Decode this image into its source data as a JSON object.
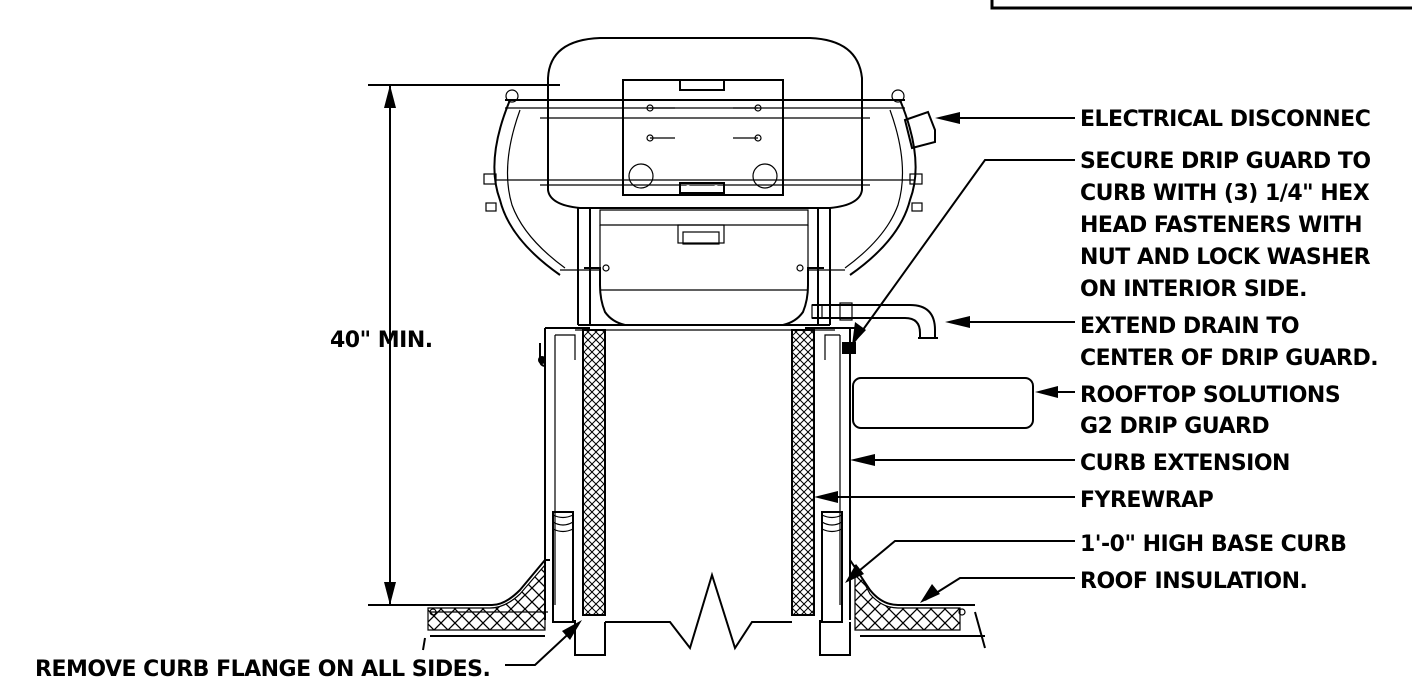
{
  "labels": {
    "dimension": "40\" MIN.",
    "electrical": "ELECTRICAL  DISCONNEC",
    "secure_1": "SECURE DRIP GUARD TO",
    "secure_2": "CURB WITH (3) 1/4\" HEX",
    "secure_3": "HEAD FASTENERS WITH",
    "secure_4": "NUT AND LOCK WASHER",
    "secure_5": "ON INTERIOR SIDE.",
    "drain_1": "EXTEND DRAIN TO",
    "drain_2": "CENTER OF DRIP GUARD.",
    "dripguard_1": "ROOFTOP SOLUTIONS",
    "dripguard_2": "G2 DRIP GUARD",
    "curb_extension": "CURB EXTENSION",
    "fyrewrap": "FYREWRAP",
    "base_curb": "1'-0\" HIGH BASE CURB",
    "roof_insulation": "ROOF INSULATION.",
    "remove_flange": "REMOVE CURB FLANGE ON ALL SIDES."
  }
}
